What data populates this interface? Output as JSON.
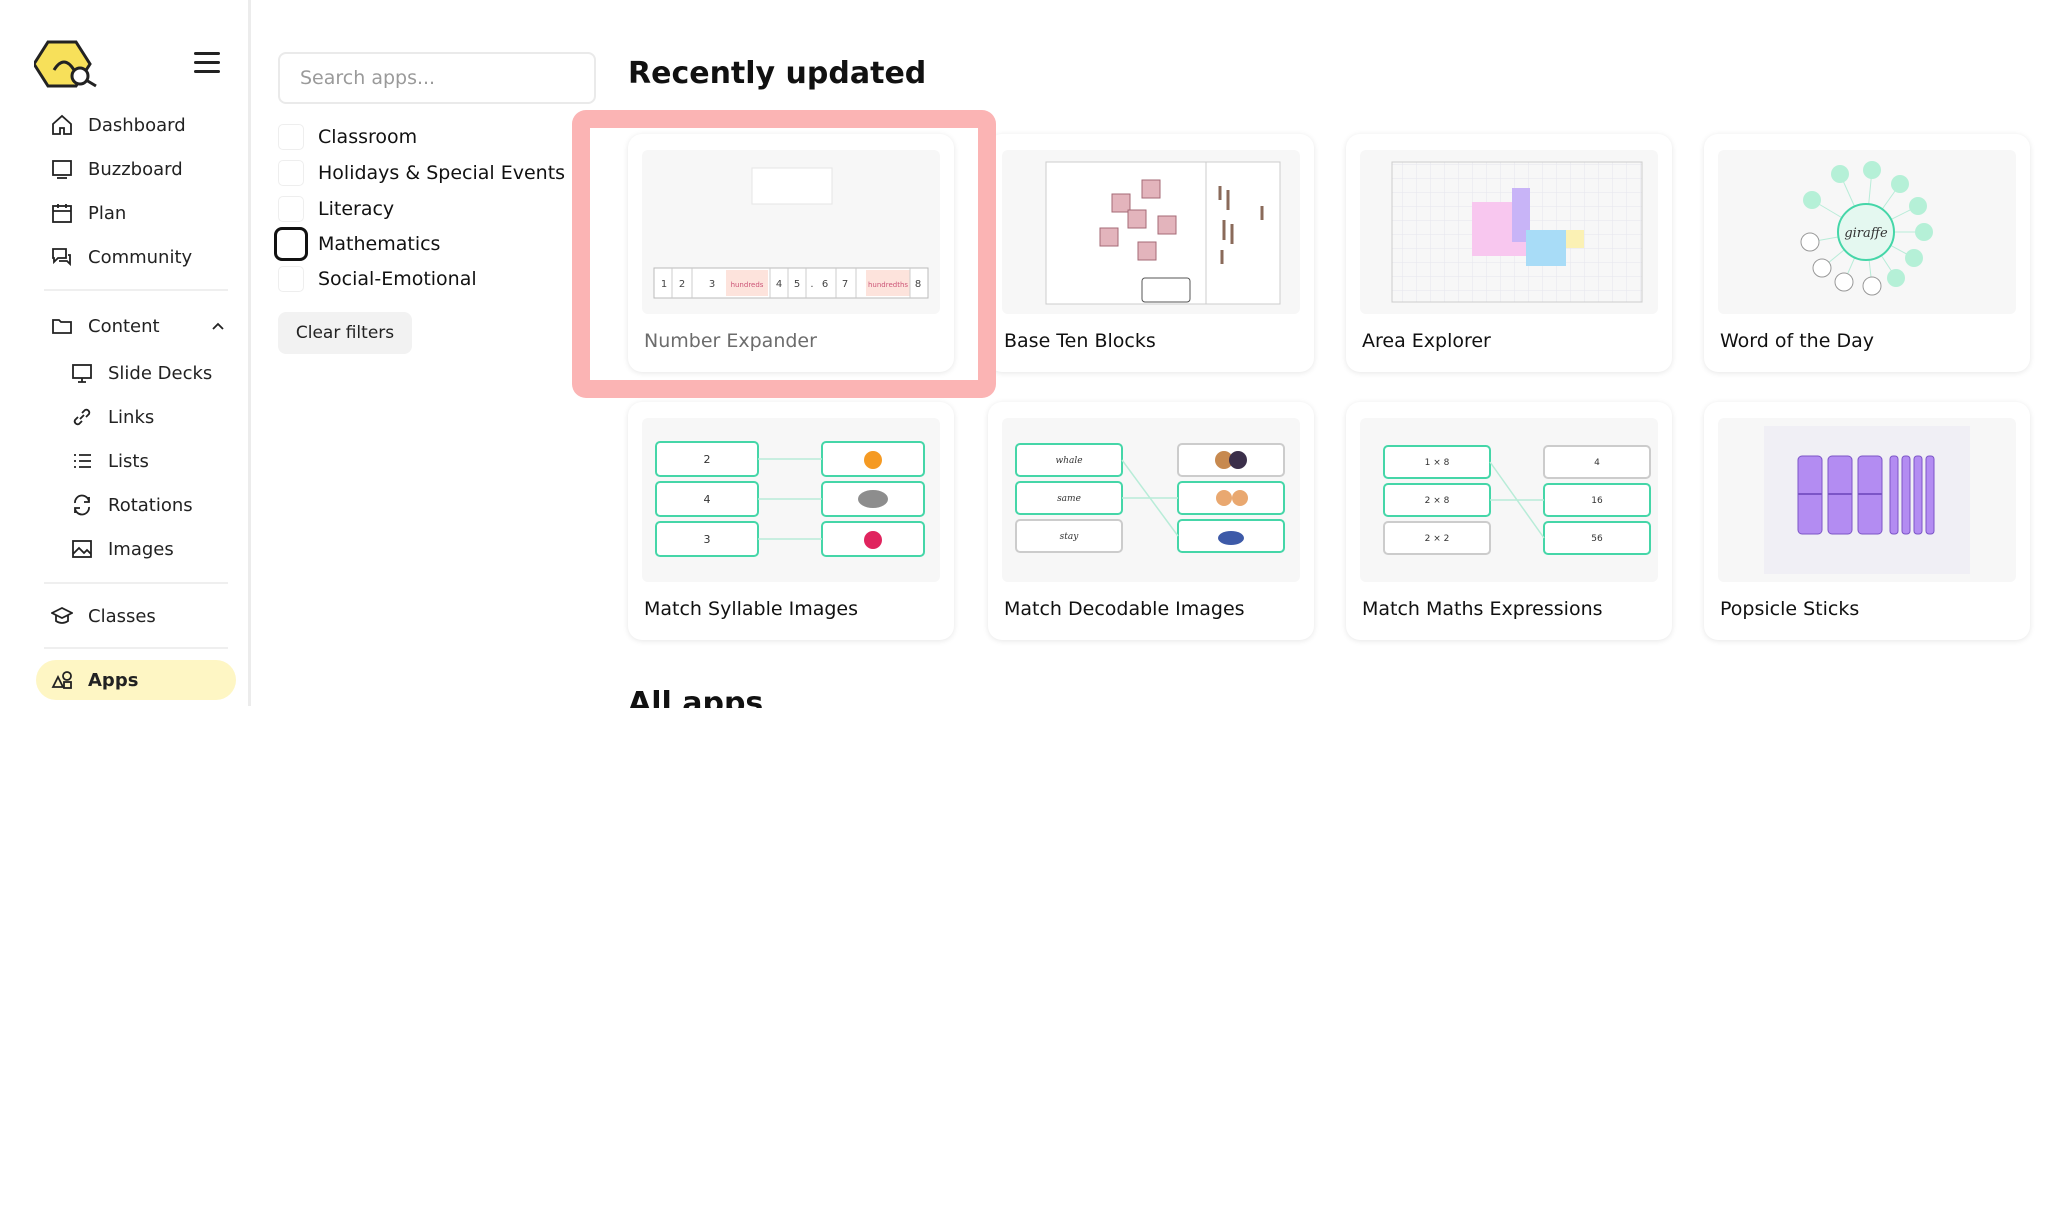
{
  "sidebar": {
    "nav": [
      {
        "label": "Dashboard",
        "icon": "home-icon"
      },
      {
        "label": "Buzzboard",
        "icon": "board-icon"
      },
      {
        "label": "Plan",
        "icon": "calendar-icon"
      },
      {
        "label": "Community",
        "icon": "chat-icon"
      }
    ],
    "content": {
      "label": "Content",
      "items": [
        {
          "label": "Slide Decks",
          "icon": "slides-icon"
        },
        {
          "label": "Links",
          "icon": "link-icon"
        },
        {
          "label": "Lists",
          "icon": "list-icon"
        },
        {
          "label": "Rotations",
          "icon": "rotation-icon"
        },
        {
          "label": "Images",
          "icon": "image-icon"
        }
      ]
    },
    "classes": {
      "label": "Classes",
      "icon": "graduation-cap-icon"
    },
    "apps": {
      "label": "Apps",
      "icon": "apps-icon"
    }
  },
  "search": {
    "placeholder": "Search apps..."
  },
  "filters": [
    "Classroom",
    "Holidays & Special Events",
    "Literacy",
    "Mathematics",
    "Social-Emotional"
  ],
  "clear_filters_label": "Clear filters",
  "recent_title": "Recently updated",
  "all_apps_title": "All apps",
  "apps": [
    {
      "title": "Number Expander"
    },
    {
      "title": "Base Ten Blocks"
    },
    {
      "title": "Area Explorer"
    },
    {
      "title": "Word of the Day"
    },
    {
      "title": "Match Syllable Images"
    },
    {
      "title": "Match Decodable Images"
    },
    {
      "title": "Match Maths Expressions"
    },
    {
      "title": "Popsicle Sticks"
    }
  ],
  "thumb_text": {
    "number_expander": [
      "1",
      "2",
      "3",
      "hundreds",
      "4",
      "5",
      ".",
      "6",
      "7",
      "hundredths",
      "8"
    ],
    "word_of_the_day": "giraffe",
    "syllables": [
      "2",
      "4",
      "3"
    ],
    "decodable": [
      "whale",
      "same",
      "stay"
    ],
    "maths_left": [
      "1 × 8",
      "2 × 8",
      "2 × 2"
    ],
    "maths_right": [
      "4",
      "16",
      "56"
    ]
  },
  "colors": {
    "accent_yellow": "#fef6c4",
    "highlight": "#fbb4b4",
    "match_green": "#45d6a8",
    "purple": "#b38cf2"
  }
}
